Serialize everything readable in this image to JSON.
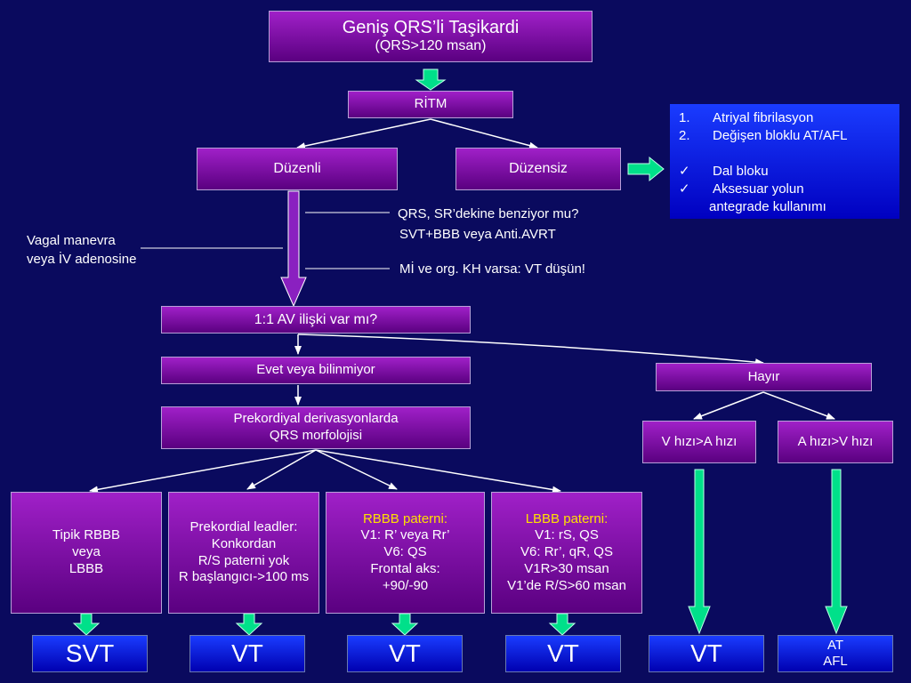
{
  "colors": {
    "background": "#0a0a5e",
    "box": "#7a0aa8",
    "result_box": "#0a2ae0",
    "arrow_fill": "#00e08a",
    "highlight_text": "#ffe000"
  },
  "title": {
    "line1": "Geniş QRS’li Taşikardi",
    "line2": "(QRS>120 msan)"
  },
  "rhythm": "RİTM",
  "regular": "Düzenli",
  "irregular": "Düzensiz",
  "irregular_list": {
    "items": [
      {
        "marker": "1.",
        "text": "Atriyal fibrilasyon"
      },
      {
        "marker": "2.",
        "text": "Değişen bloklu AT/AFL"
      },
      {
        "marker": "✓",
        "text": "Dal bloku"
      },
      {
        "marker": "✓",
        "text": "Aksesuar yolun"
      }
    ],
    "continuation": "antegrade kullanımı"
  },
  "notes": {
    "qrs_question": "QRS, SR’dekine benziyor mu?",
    "svt_options": "SVT+BBB veya Anti.AVRT",
    "mi_note": "Mİ ve org. KH varsa: VT düşün!",
    "vagal_line1": "Vagal manevra",
    "vagal_line2": "veya İV adenosine"
  },
  "av_question": "1:1 AV ilişki var mı?",
  "yes_branch": "Evet veya bilinmiyor",
  "no_branch": "Hayır",
  "morphology": {
    "line1": "Prekordiyal derivasyonlarda",
    "line2": "QRS morfolojisi"
  },
  "v_faster": "V hızı>A hızı",
  "a_faster": "A hızı>V hızı",
  "criteria": [
    {
      "lines": [
        "Tipik RBBB",
        "veya",
        "LBBB"
      ]
    },
    {
      "lines": [
        "Prekordial leadler:",
        "Konkordan",
        "R/S paterni yok",
        "R başlangıcı->100 ms"
      ]
    },
    {
      "heading": "RBBB paterni:",
      "lines": [
        "V1: R’ veya Rr’",
        "V6: QS",
        "Frontal aks:",
        "+90/-90"
      ]
    },
    {
      "heading": "LBBB paterni:",
      "lines": [
        "V1: rS, QS",
        "V6: Rr’, qR, QS",
        "V1R>30 msan",
        "V1’de R/S>60 msan"
      ]
    }
  ],
  "results": {
    "r1": "SVT",
    "r2": "VT",
    "r3": "VT",
    "r4": "VT",
    "r5": "VT",
    "r6_line1": "AT",
    "r6_line2": "AFL"
  }
}
